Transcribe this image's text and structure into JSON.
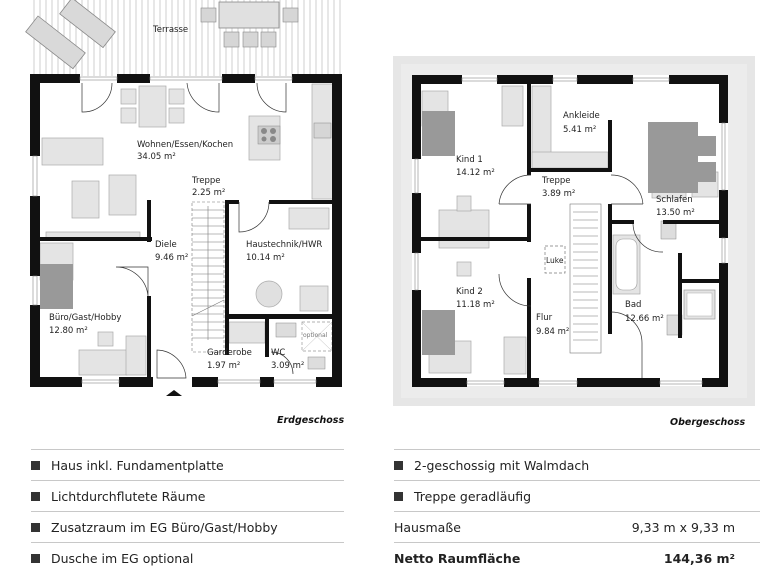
{
  "ground_floor": {
    "caption": "Erdgeschoss",
    "rooms": [
      {
        "name": "Terrasse",
        "area": ""
      },
      {
        "name": "Wohnen/Essen/Kochen",
        "area": "34.05 m²"
      },
      {
        "name": "Treppe",
        "area": "2.25 m²"
      },
      {
        "name": "Diele",
        "area": "9.46 m²"
      },
      {
        "name": "Haustechnik/HWR",
        "area": "10.14 m²"
      },
      {
        "name": "Büro/Gast/Hobby",
        "area": "12.80 m²"
      },
      {
        "name": "Garderobe",
        "area": "1.97 m²"
      },
      {
        "name": "WC",
        "area": "3.09 m²"
      }
    ],
    "annotations": {
      "shower_optional": "optional"
    }
  },
  "upper_floor": {
    "caption": "Obergeschoss",
    "rooms": [
      {
        "name": "Kind 1",
        "area": "14.12 m²"
      },
      {
        "name": "Ankleide",
        "area": "5.41 m²"
      },
      {
        "name": "Treppe",
        "area": "3.89 m²"
      },
      {
        "name": "Schlafen",
        "area": "13.50 m²"
      },
      {
        "name": "Kind 2",
        "area": "11.18 m²"
      },
      {
        "name": "Flur",
        "area": "9.84 m²"
      },
      {
        "name": "Bad",
        "area": "12.66 m²"
      }
    ],
    "annotations": {
      "hatch": "Luke"
    }
  },
  "features_left": [
    "Haus inkl. Fundamentplatte",
    "Lichtdurchflutete Räume",
    "Zusatzraum im EG Büro/Gast/Hobby",
    "Dusche im EG optional"
  ],
  "features_right": {
    "bullets": [
      "2-geschossig mit Walmdach",
      "Treppe geradläufig"
    ],
    "specs": [
      {
        "label": "Hausmaße",
        "value": "9,33 m x 9,33 m"
      },
      {
        "label": "Netto Raumfläche",
        "value": "144,36 m²"
      }
    ]
  }
}
